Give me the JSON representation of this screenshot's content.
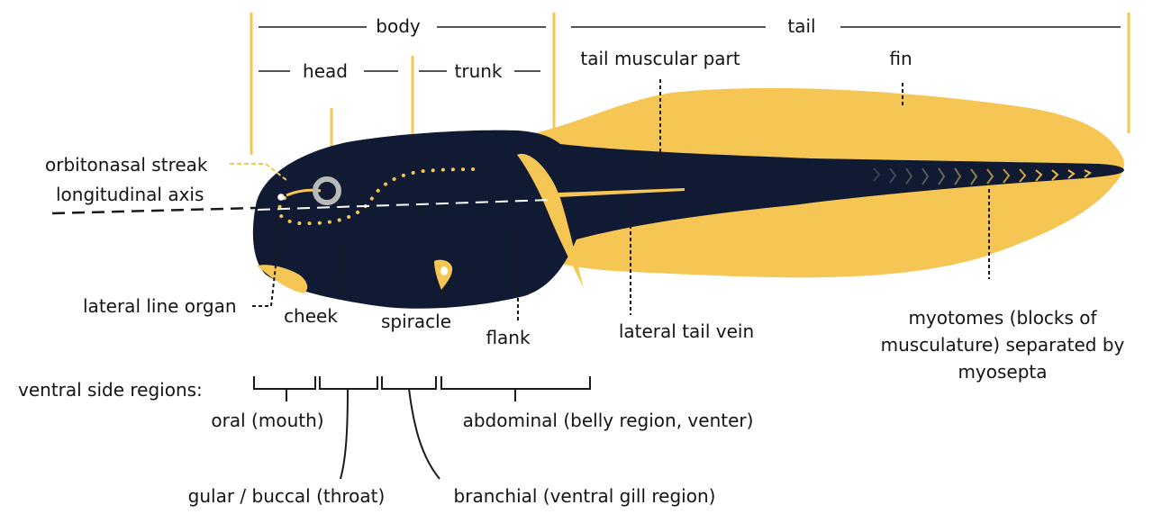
{
  "colors": {
    "body": "#111a33",
    "fin": "#f6c655",
    "line": "#1a1a1a",
    "axis_dash": "#ffffff",
    "eye_ring": "#b9b9b9"
  },
  "regions": {
    "body": "body",
    "tail": "tail",
    "head": "head",
    "trunk": "trunk"
  },
  "labels": {
    "tail_muscular_part": "tail muscular part",
    "fin": "fin",
    "orbitonasal_streak": "orbitonasal streak",
    "longitudinal_axis": "longitudinal axis",
    "lateral_line_organ": "lateral line organ",
    "cheek": "cheek",
    "spiracle": "spiracle",
    "flank": "flank",
    "lateral_tail_vein": "lateral tail vein",
    "myotomes_line1": "myotomes (blocks of",
    "myotomes_line2": "musculature) separated by",
    "myotomes_line3": "myosepta"
  },
  "ventral": {
    "title": "ventral side regions:",
    "oral": "oral (mouth)",
    "gular": "gular / buccal (throat)",
    "branchial": "branchial (ventral gill region)",
    "abdominal": "abdominal (belly region, venter)"
  }
}
